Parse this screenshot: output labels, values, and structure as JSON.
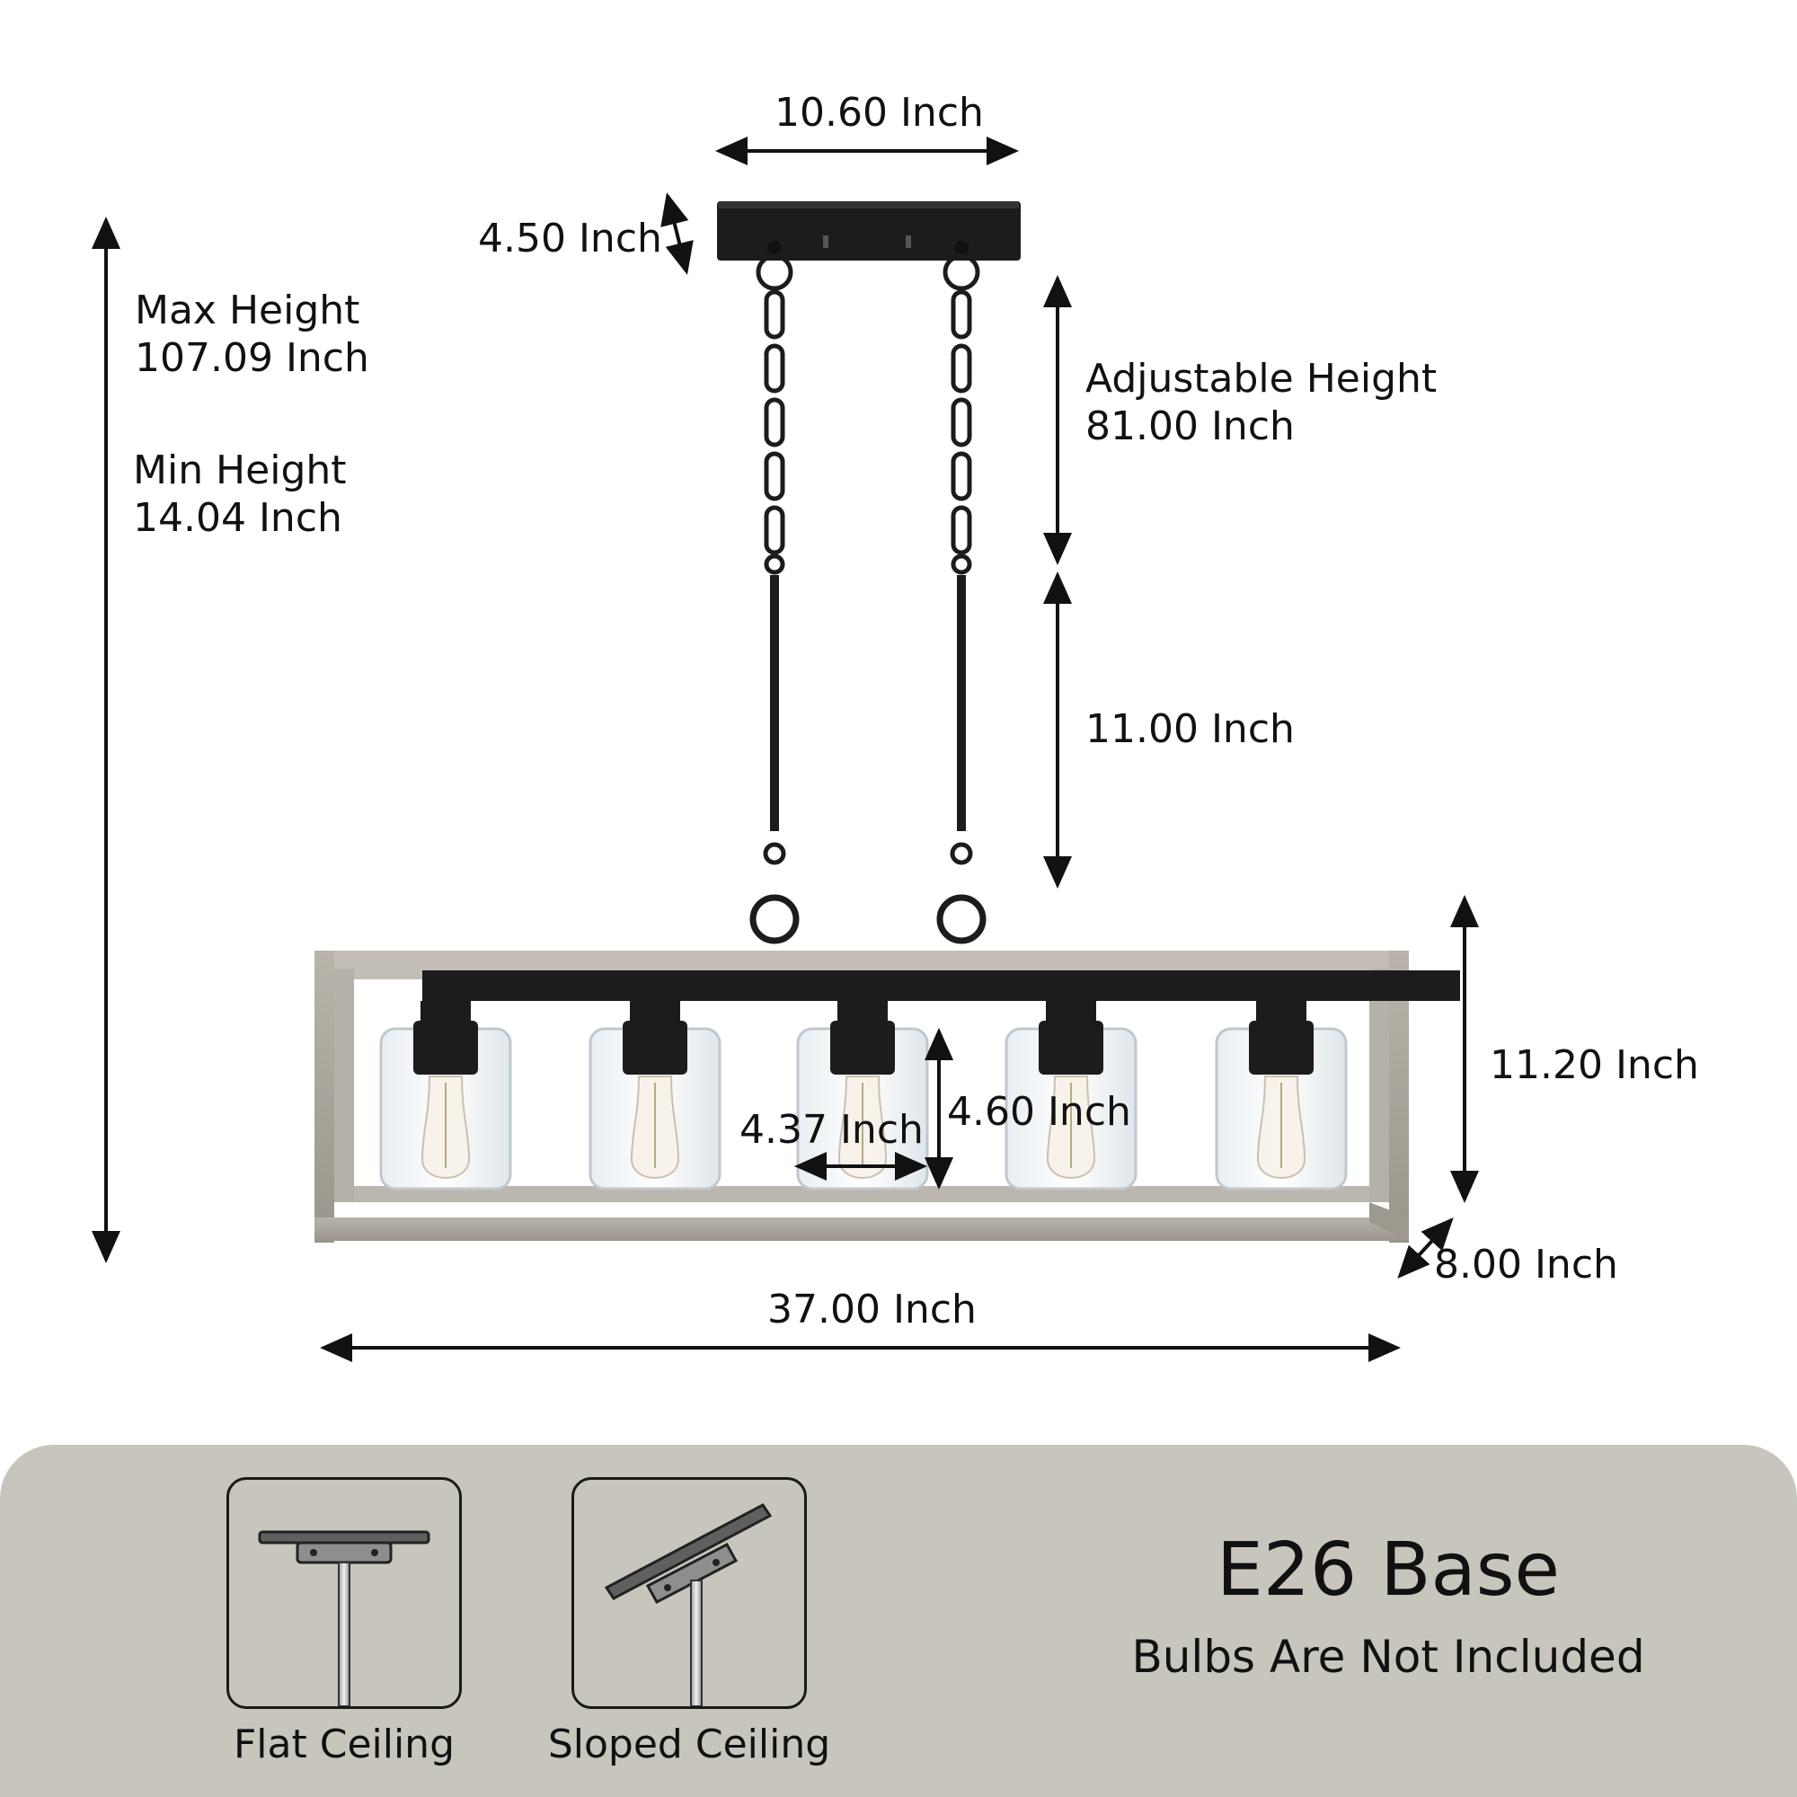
{
  "dimensions": {
    "canopy_width": "10.60 Inch",
    "canopy_depth": "4.50 Inch",
    "max_height_label": "Max Height",
    "max_height_value": "107.09 Inch",
    "min_height_label": "Min Height",
    "min_height_value": "14.04 Inch",
    "adjustable_label": "Adjustable Height",
    "adjustable_value": "81.00 Inch",
    "rod_length": "11.00 Inch",
    "fixture_height": "11.20 Inch",
    "fixture_depth": "8.00 Inch",
    "fixture_width": "37.00 Inch",
    "shade_width": "4.37 Inch",
    "shade_height": "4.60 Inch"
  },
  "mounting": {
    "flat_label": "Flat Ceiling",
    "sloped_label": "Sloped Ceiling"
  },
  "base": {
    "title": "E26 Base",
    "note": "Bulbs Are Not Included"
  },
  "colors": {
    "frame_wood": "#a8a39a",
    "metal_black": "#1c1c1c",
    "panel_bg": "#c8c5bc"
  }
}
